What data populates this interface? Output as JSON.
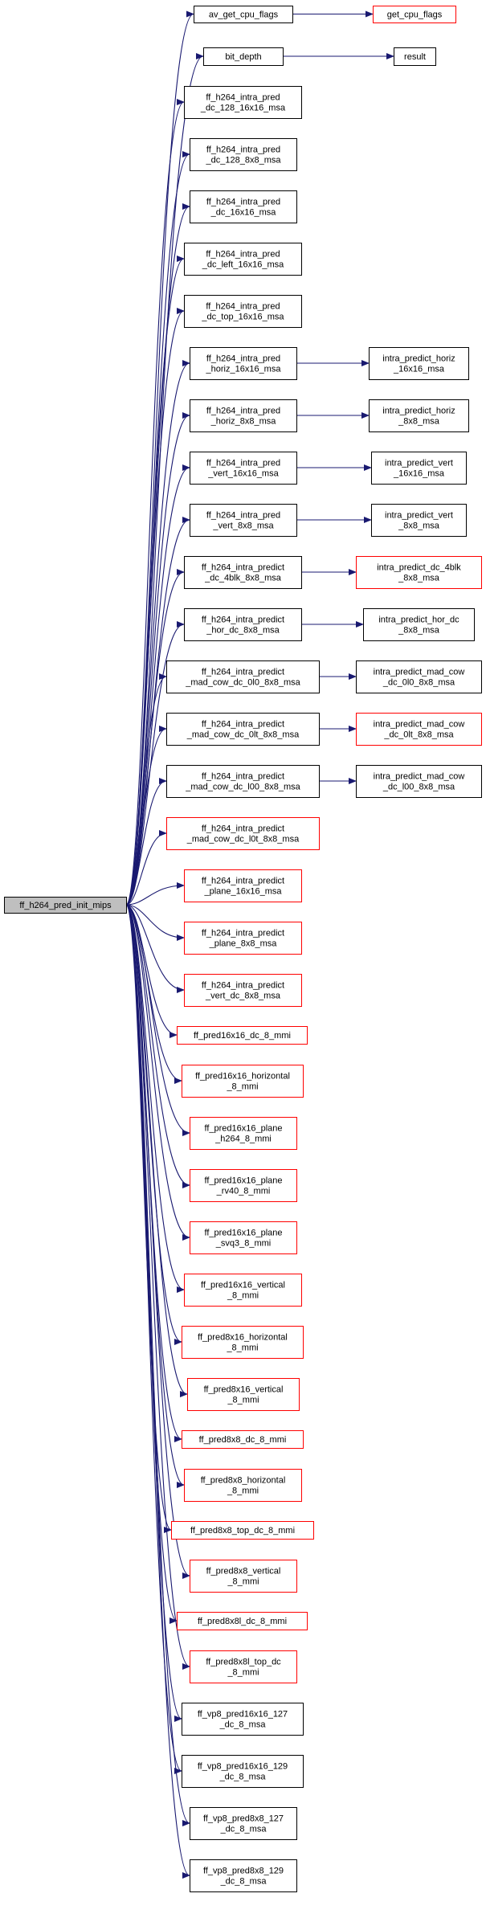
{
  "colors": {
    "edge": "#191970",
    "root_fill": "#bfbfbf",
    "black_border": "#000000",
    "red_border": "#ff0000",
    "box_fill": "#ffffff",
    "text": "#000000"
  },
  "root": {
    "id": "root",
    "lines": [
      "ff_h264_pred_init_mips"
    ]
  },
  "nodes": [
    {
      "id": "n0",
      "border": "black",
      "lines": [
        "av_get_cpu_flags"
      ]
    },
    {
      "id": "n1",
      "border": "black",
      "lines": [
        "bit_depth"
      ]
    },
    {
      "id": "n2",
      "border": "black",
      "lines": [
        "ff_h264_intra_pred",
        "_dc_128_16x16_msa"
      ]
    },
    {
      "id": "n3",
      "border": "black",
      "lines": [
        "ff_h264_intra_pred",
        "_dc_128_8x8_msa"
      ]
    },
    {
      "id": "n4",
      "border": "black",
      "lines": [
        "ff_h264_intra_pred",
        "_dc_16x16_msa"
      ]
    },
    {
      "id": "n5",
      "border": "black",
      "lines": [
        "ff_h264_intra_pred",
        "_dc_left_16x16_msa"
      ]
    },
    {
      "id": "n6",
      "border": "black",
      "lines": [
        "ff_h264_intra_pred",
        "_dc_top_16x16_msa"
      ]
    },
    {
      "id": "n7",
      "border": "black",
      "lines": [
        "ff_h264_intra_pred",
        "_horiz_16x16_msa"
      ]
    },
    {
      "id": "n8",
      "border": "black",
      "lines": [
        "ff_h264_intra_pred",
        "_horiz_8x8_msa"
      ]
    },
    {
      "id": "n9",
      "border": "black",
      "lines": [
        "ff_h264_intra_pred",
        "_vert_16x16_msa"
      ]
    },
    {
      "id": "n10",
      "border": "black",
      "lines": [
        "ff_h264_intra_pred",
        "_vert_8x8_msa"
      ]
    },
    {
      "id": "n11",
      "border": "black",
      "lines": [
        "ff_h264_intra_predict",
        "_dc_4blk_8x8_msa"
      ]
    },
    {
      "id": "n12",
      "border": "black",
      "lines": [
        "ff_h264_intra_predict",
        "_hor_dc_8x8_msa"
      ]
    },
    {
      "id": "n13",
      "border": "black",
      "lines": [
        "ff_h264_intra_predict",
        "_mad_cow_dc_0l0_8x8_msa"
      ]
    },
    {
      "id": "n14",
      "border": "black",
      "lines": [
        "ff_h264_intra_predict",
        "_mad_cow_dc_0lt_8x8_msa"
      ]
    },
    {
      "id": "n15",
      "border": "black",
      "lines": [
        "ff_h264_intra_predict",
        "_mad_cow_dc_l00_8x8_msa"
      ]
    },
    {
      "id": "n16",
      "border": "red",
      "lines": [
        "ff_h264_intra_predict",
        "_mad_cow_dc_l0t_8x8_msa"
      ]
    },
    {
      "id": "n17",
      "border": "red",
      "lines": [
        "ff_h264_intra_predict",
        "_plane_16x16_msa"
      ]
    },
    {
      "id": "n18",
      "border": "red",
      "lines": [
        "ff_h264_intra_predict",
        "_plane_8x8_msa"
      ]
    },
    {
      "id": "n19",
      "border": "red",
      "lines": [
        "ff_h264_intra_predict",
        "_vert_dc_8x8_msa"
      ]
    },
    {
      "id": "n20",
      "border": "red",
      "lines": [
        "ff_pred16x16_dc_8_mmi"
      ]
    },
    {
      "id": "n21",
      "border": "red",
      "lines": [
        "ff_pred16x16_horizontal",
        "_8_mmi"
      ]
    },
    {
      "id": "n22",
      "border": "red",
      "lines": [
        "ff_pred16x16_plane",
        "_h264_8_mmi"
      ]
    },
    {
      "id": "n23",
      "border": "red",
      "lines": [
        "ff_pred16x16_plane",
        "_rv40_8_mmi"
      ]
    },
    {
      "id": "n24",
      "border": "red",
      "lines": [
        "ff_pred16x16_plane",
        "_svq3_8_mmi"
      ]
    },
    {
      "id": "n25",
      "border": "red",
      "lines": [
        "ff_pred16x16_vertical",
        "_8_mmi"
      ]
    },
    {
      "id": "n26",
      "border": "red",
      "lines": [
        "ff_pred8x16_horizontal",
        "_8_mmi"
      ]
    },
    {
      "id": "n27",
      "border": "red",
      "lines": [
        "ff_pred8x16_vertical",
        "_8_mmi"
      ]
    },
    {
      "id": "n28",
      "border": "red",
      "lines": [
        "ff_pred8x8_dc_8_mmi"
      ]
    },
    {
      "id": "n29",
      "border": "red",
      "lines": [
        "ff_pred8x8_horizontal",
        "_8_mmi"
      ]
    },
    {
      "id": "n30",
      "border": "red",
      "lines": [
        "ff_pred8x8_top_dc_8_mmi"
      ]
    },
    {
      "id": "n31",
      "border": "red",
      "lines": [
        "ff_pred8x8_vertical",
        "_8_mmi"
      ]
    },
    {
      "id": "n32",
      "border": "red",
      "lines": [
        "ff_pred8x8l_dc_8_mmi"
      ]
    },
    {
      "id": "n33",
      "border": "red",
      "lines": [
        "ff_pred8x8l_top_dc",
        "_8_mmi"
      ]
    },
    {
      "id": "n34",
      "border": "black",
      "lines": [
        "ff_vp8_pred16x16_127",
        "_dc_8_msa"
      ]
    },
    {
      "id": "n35",
      "border": "black",
      "lines": [
        "ff_vp8_pred16x16_129",
        "_dc_8_msa"
      ]
    },
    {
      "id": "n36",
      "border": "black",
      "lines": [
        "ff_vp8_pred8x8_127",
        "_dc_8_msa"
      ]
    },
    {
      "id": "n37",
      "border": "black",
      "lines": [
        "ff_vp8_pred8x8_129",
        "_dc_8_msa"
      ]
    },
    {
      "id": "m0",
      "border": "red",
      "lines": [
        "get_cpu_flags"
      ]
    },
    {
      "id": "m1",
      "border": "black",
      "lines": [
        "result"
      ]
    },
    {
      "id": "m7",
      "border": "black",
      "lines": [
        "intra_predict_horiz",
        "_16x16_msa"
      ]
    },
    {
      "id": "m8",
      "border": "black",
      "lines": [
        "intra_predict_horiz",
        "_8x8_msa"
      ]
    },
    {
      "id": "m9",
      "border": "black",
      "lines": [
        "intra_predict_vert",
        "_16x16_msa"
      ]
    },
    {
      "id": "m10",
      "border": "black",
      "lines": [
        "intra_predict_vert",
        "_8x8_msa"
      ]
    },
    {
      "id": "m11",
      "border": "red",
      "lines": [
        "intra_predict_dc_4blk",
        "_8x8_msa"
      ]
    },
    {
      "id": "m12",
      "border": "black",
      "lines": [
        "intra_predict_hor_dc",
        "_8x8_msa"
      ]
    },
    {
      "id": "m13",
      "border": "black",
      "lines": [
        "intra_predict_mad_cow",
        "_dc_0l0_8x8_msa"
      ]
    },
    {
      "id": "m14",
      "border": "red",
      "lines": [
        "intra_predict_mad_cow",
        "_dc_0lt_8x8_msa"
      ]
    },
    {
      "id": "m15",
      "border": "black",
      "lines": [
        "intra_predict_mad_cow",
        "_dc_l00_8x8_msa"
      ]
    }
  ],
  "edges": [
    [
      "root",
      "n0"
    ],
    [
      "root",
      "n1"
    ],
    [
      "root",
      "n2"
    ],
    [
      "root",
      "n3"
    ],
    [
      "root",
      "n4"
    ],
    [
      "root",
      "n5"
    ],
    [
      "root",
      "n6"
    ],
    [
      "root",
      "n7"
    ],
    [
      "root",
      "n8"
    ],
    [
      "root",
      "n9"
    ],
    [
      "root",
      "n10"
    ],
    [
      "root",
      "n11"
    ],
    [
      "root",
      "n12"
    ],
    [
      "root",
      "n13"
    ],
    [
      "root",
      "n14"
    ],
    [
      "root",
      "n15"
    ],
    [
      "root",
      "n16"
    ],
    [
      "root",
      "n17"
    ],
    [
      "root",
      "n18"
    ],
    [
      "root",
      "n19"
    ],
    [
      "root",
      "n20"
    ],
    [
      "root",
      "n21"
    ],
    [
      "root",
      "n22"
    ],
    [
      "root",
      "n23"
    ],
    [
      "root",
      "n24"
    ],
    [
      "root",
      "n25"
    ],
    [
      "root",
      "n26"
    ],
    [
      "root",
      "n27"
    ],
    [
      "root",
      "n28"
    ],
    [
      "root",
      "n29"
    ],
    [
      "root",
      "n30"
    ],
    [
      "root",
      "n31"
    ],
    [
      "root",
      "n32"
    ],
    [
      "root",
      "n33"
    ],
    [
      "root",
      "n34"
    ],
    [
      "root",
      "n35"
    ],
    [
      "root",
      "n36"
    ],
    [
      "root",
      "n37"
    ],
    [
      "n0",
      "m0"
    ],
    [
      "n1",
      "m1"
    ],
    [
      "n7",
      "m7"
    ],
    [
      "n8",
      "m8"
    ],
    [
      "n9",
      "m9"
    ],
    [
      "n10",
      "m10"
    ],
    [
      "n11",
      "m11"
    ],
    [
      "n12",
      "m12"
    ],
    [
      "n13",
      "m13"
    ],
    [
      "n14",
      "m14"
    ],
    [
      "n15",
      "m15"
    ]
  ]
}
